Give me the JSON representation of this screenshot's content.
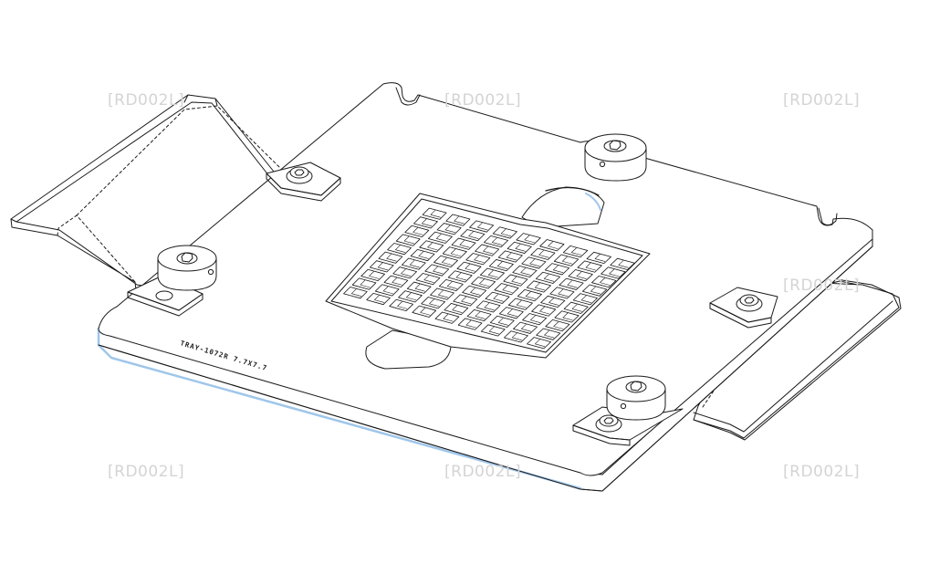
{
  "watermark_text": "[RD002L]",
  "engraving_text": "TRAY-1072R 7.7X7.7",
  "colors": {
    "line": "#1a1a1a",
    "plate_fill": "#ffffff",
    "edge_tint": "#e4f0fa",
    "watermark": "#d4d4d4"
  },
  "grid": {
    "rows": 9,
    "cols": 10
  },
  "icons": [
    "knurled-nut-icon",
    "hex-screw-icon"
  ]
}
